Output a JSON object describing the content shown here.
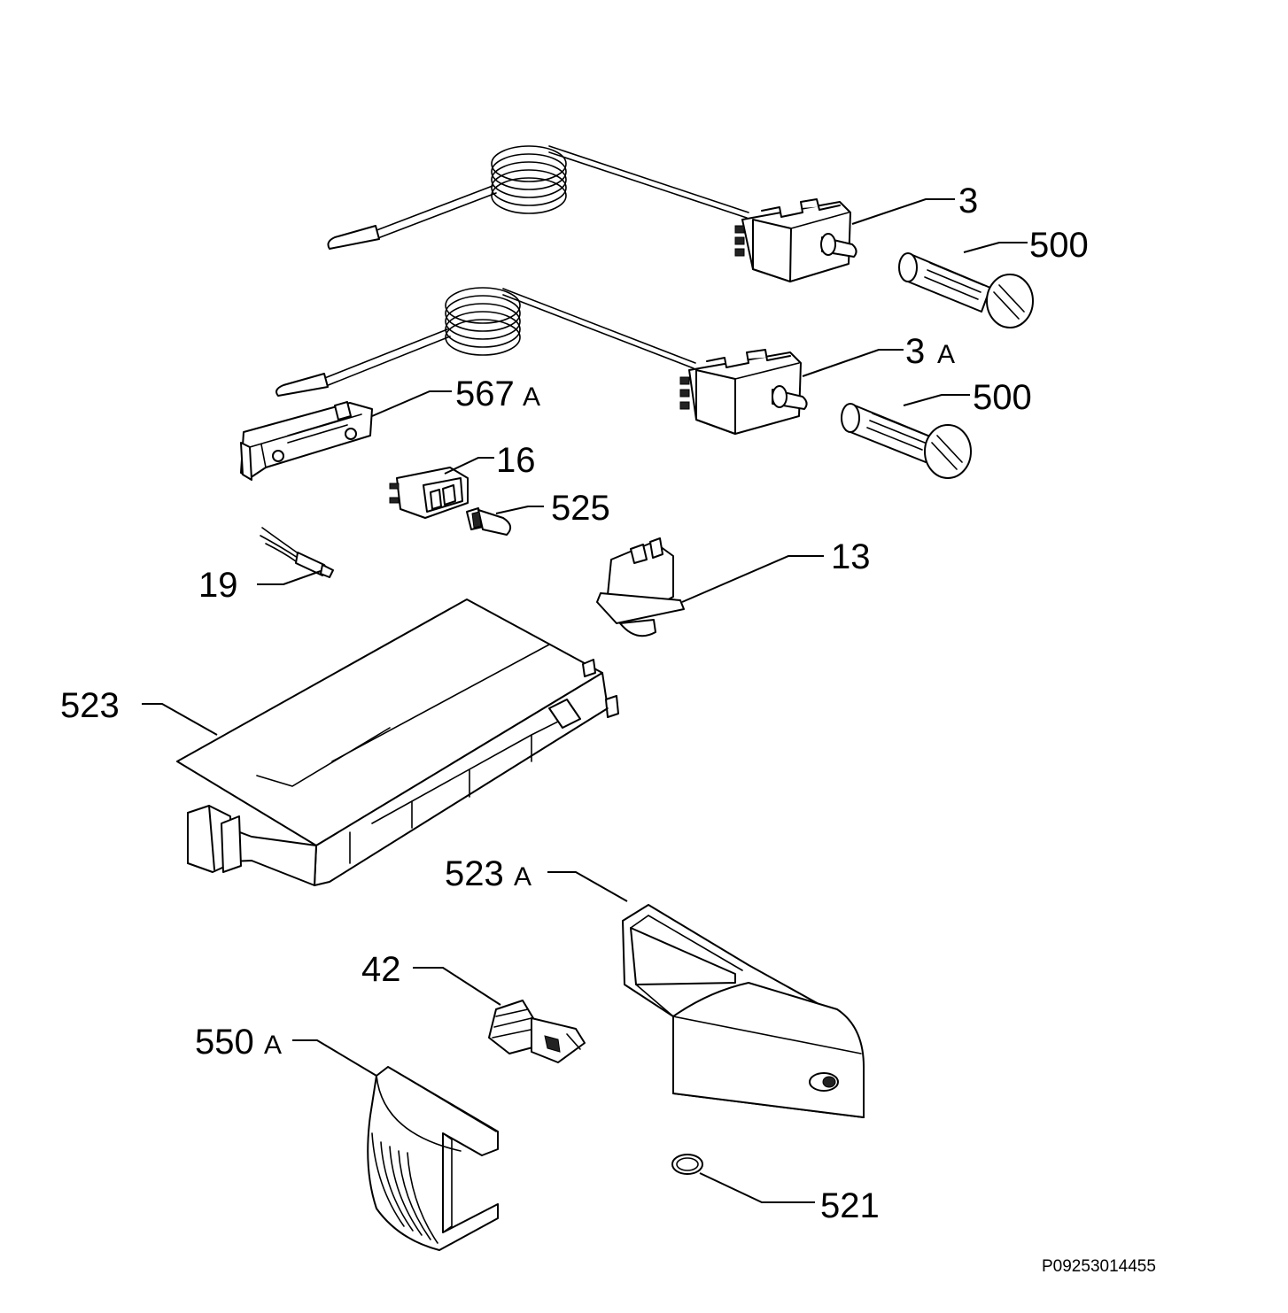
{
  "labels": {
    "l3": "3",
    "l500a": "500",
    "l3A_num": "3",
    "l3A_suffix": "A",
    "l500b": "500",
    "l567_num": "567",
    "l567_suffix": "A",
    "l16": "16",
    "l525": "525",
    "l13": "13",
    "l19": "19",
    "l523": "523",
    "l523A_num": "523",
    "l523A_suffix": "A",
    "l42": "42",
    "l550_num": "550",
    "l550_suffix": "A",
    "l521": "521"
  },
  "drawing_code": "P09253014455"
}
